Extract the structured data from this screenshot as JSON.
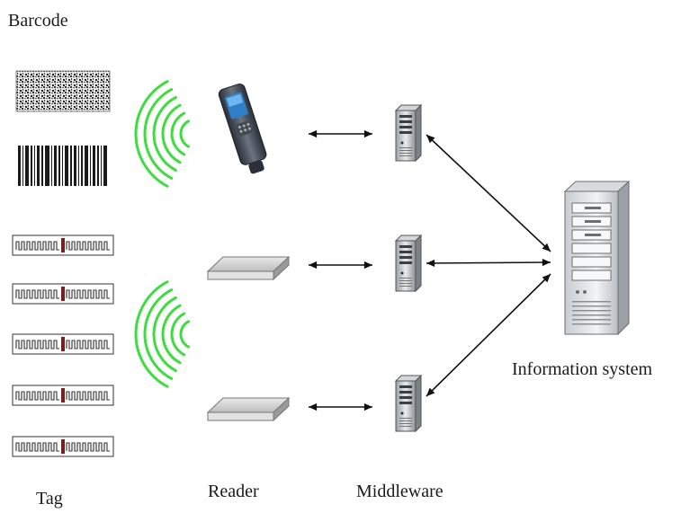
{
  "labels": {
    "barcode": "Barcode",
    "tag": "Tag",
    "reader": "Reader",
    "middleware": "Middleware",
    "information_system": "Information system"
  },
  "colors": {
    "waves": "#3fdc3f",
    "arrows": "#111111",
    "outline": "#555555"
  },
  "icons": {
    "barcodes": [
      "2d-barcode-icon",
      "linear-barcode-icon"
    ],
    "tags": [
      "rfid-tag-icon",
      "rfid-tag-icon",
      "rfid-tag-icon",
      "rfid-tag-icon",
      "rfid-tag-icon"
    ],
    "readers": [
      "handheld-reader-icon",
      "fixed-reader-icon",
      "fixed-reader-icon"
    ],
    "middleware": [
      "server-icon",
      "server-icon",
      "server-icon"
    ],
    "information_system": "server-tower-icon",
    "waves": [
      "radio-waves-icon",
      "radio-waves-icon"
    ]
  }
}
